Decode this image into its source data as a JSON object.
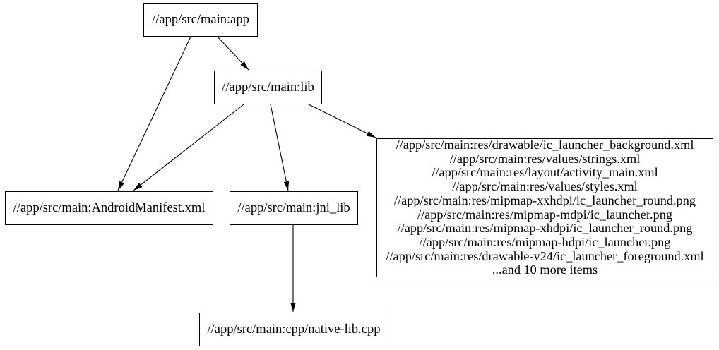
{
  "graph": {
    "background_color": "#ffffff",
    "node_border_color": "#000000",
    "node_fill_color": "#ffffff",
    "edge_color": "#000000",
    "text_color": "#000000",
    "nodes": {
      "app": {
        "label": "//app/src/main:app"
      },
      "lib": {
        "label": "//app/src/main:lib"
      },
      "android_manifest": {
        "label": "//app/src/main:AndroidManifest.xml"
      },
      "jni_lib": {
        "label": "//app/src/main:jni_lib"
      },
      "resources": {
        "lines": [
          "//app/src/main:res/drawable/ic_launcher_background.xml",
          "//app/src/main:res/values/strings.xml",
          "//app/src/main:res/layout/activity_main.xml",
          "//app/src/main:res/values/styles.xml",
          "//app/src/main:res/mipmap-xxhdpi/ic_launcher_round.png",
          "//app/src/main:res/mipmap-mdpi/ic_launcher.png",
          "//app/src/main:res/mipmap-xhdpi/ic_launcher_round.png",
          "//app/src/main:res/mipmap-hdpi/ic_launcher.png",
          "//app/src/main:res/drawable-v24/ic_launcher_foreground.xml",
          "...and 10 more items"
        ]
      },
      "native_lib": {
        "label": "//app/src/main:cpp/native-lib.cpp"
      }
    },
    "edges": [
      {
        "from": "app",
        "to": "lib"
      },
      {
        "from": "app",
        "to": "android_manifest"
      },
      {
        "from": "lib",
        "to": "android_manifest"
      },
      {
        "from": "lib",
        "to": "jni_lib"
      },
      {
        "from": "lib",
        "to": "resources"
      },
      {
        "from": "jni_lib",
        "to": "native_lib"
      }
    ]
  }
}
